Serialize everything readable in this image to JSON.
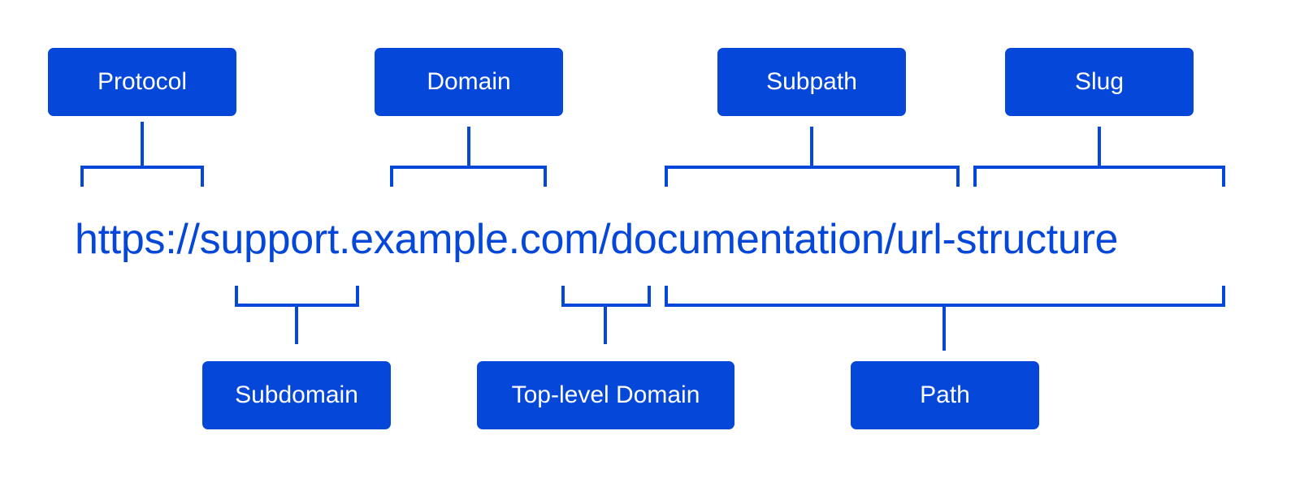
{
  "url": "https://support.example.com/documentation/url-structure",
  "labels": {
    "protocol": "Protocol",
    "domain": "Domain",
    "subpath": "Subpath",
    "slug": "Slug",
    "subdomain": "Subdomain",
    "top_level_domain": "Top-level Domain",
    "path": "Path"
  },
  "colors": {
    "accent": "#0547D8",
    "label_text": "#FFFFFF",
    "background": "#FFFFFF"
  }
}
